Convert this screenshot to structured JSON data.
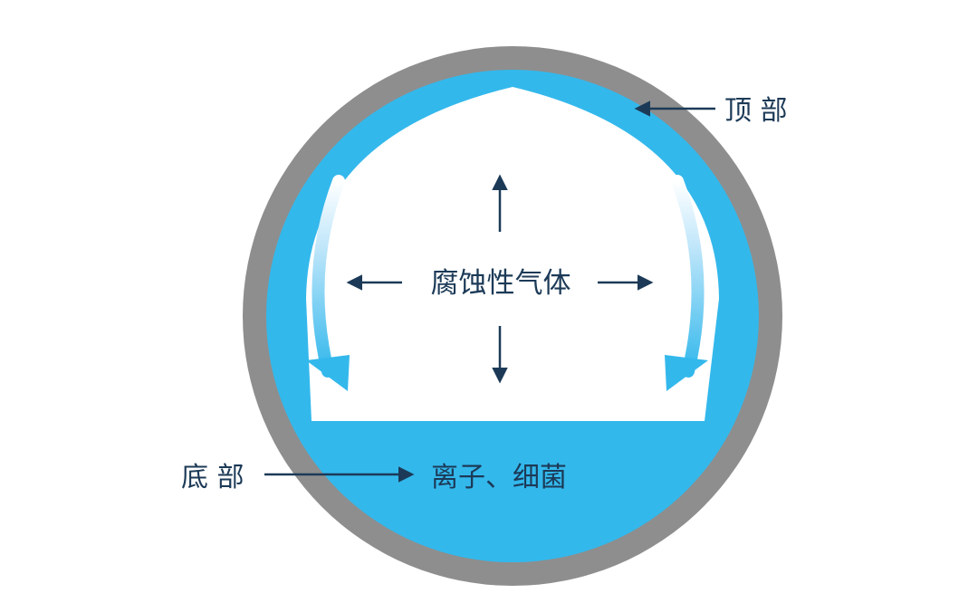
{
  "labels": {
    "top": "顶 部",
    "bottom": "底 部",
    "gas": "腐蚀性气体",
    "sediment": "离子、细菌"
  },
  "colors": {
    "pipe_wall": "#8e8e8e",
    "water": "#33b8ec",
    "air": "#ffffff",
    "text": "#1c3a57",
    "arrow": "#1c3a57"
  }
}
